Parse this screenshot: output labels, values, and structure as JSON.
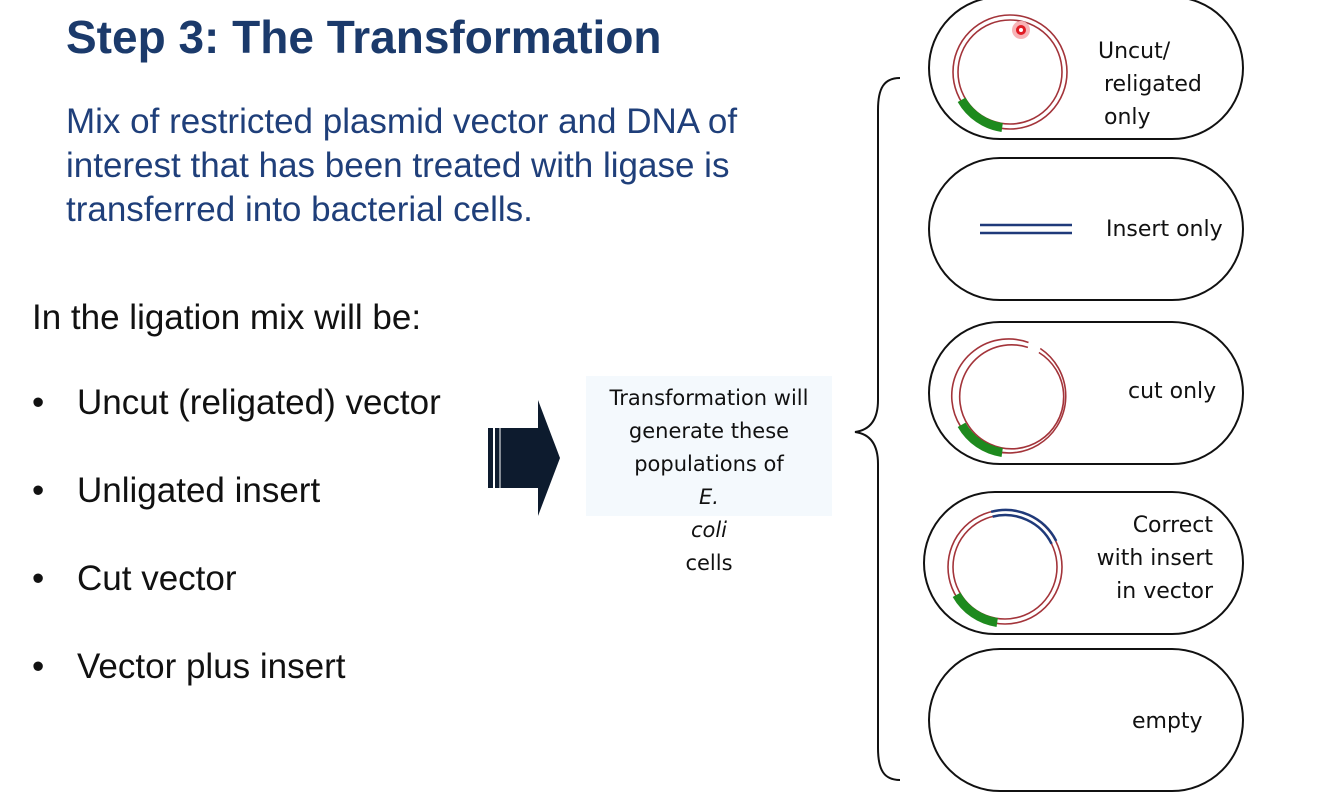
{
  "slide": {
    "title": "Step 3: The Transformation",
    "intro_lines": [
      "Mix of restricted plasmid vector and DNA of",
      "interest that has been treated with ligase is",
      "transferred into bacterial cells."
    ],
    "lead": "In the ligation mix will be:",
    "bullet_glyph": "•",
    "bullets": [
      "Uncut (religated) vector",
      "Unligated insert",
      "Cut vector",
      "Vector plus insert"
    ],
    "note": {
      "line1": "Transformation will",
      "line2": "generate these",
      "line3_prefix": "populations of ",
      "line3_italic": "E.",
      "line4_italic": "coli",
      "line4_suffix": " cells"
    },
    "cells": [
      {
        "lines": [
          "Uncut/",
          "religated",
          "only"
        ]
      },
      {
        "lines": [
          "Insert only"
        ]
      },
      {
        "lines": [
          "cut only"
        ]
      },
      {
        "lines": [
          "Correct",
          "with insert",
          "in vector"
        ]
      },
      {
        "lines": [
          "empty"
        ]
      }
    ]
  },
  "colors": {
    "title": "#1b3a6b",
    "intro": "#1f3f7a",
    "plasmid": "#a3343a",
    "marker_gene": "#1e8a1e",
    "insert_dna": "#1f3a7a",
    "pointer": "#e01c24"
  },
  "icons": [
    "right-arrow-icon",
    "curly-brace-icon",
    "pointer-dot-icon"
  ]
}
